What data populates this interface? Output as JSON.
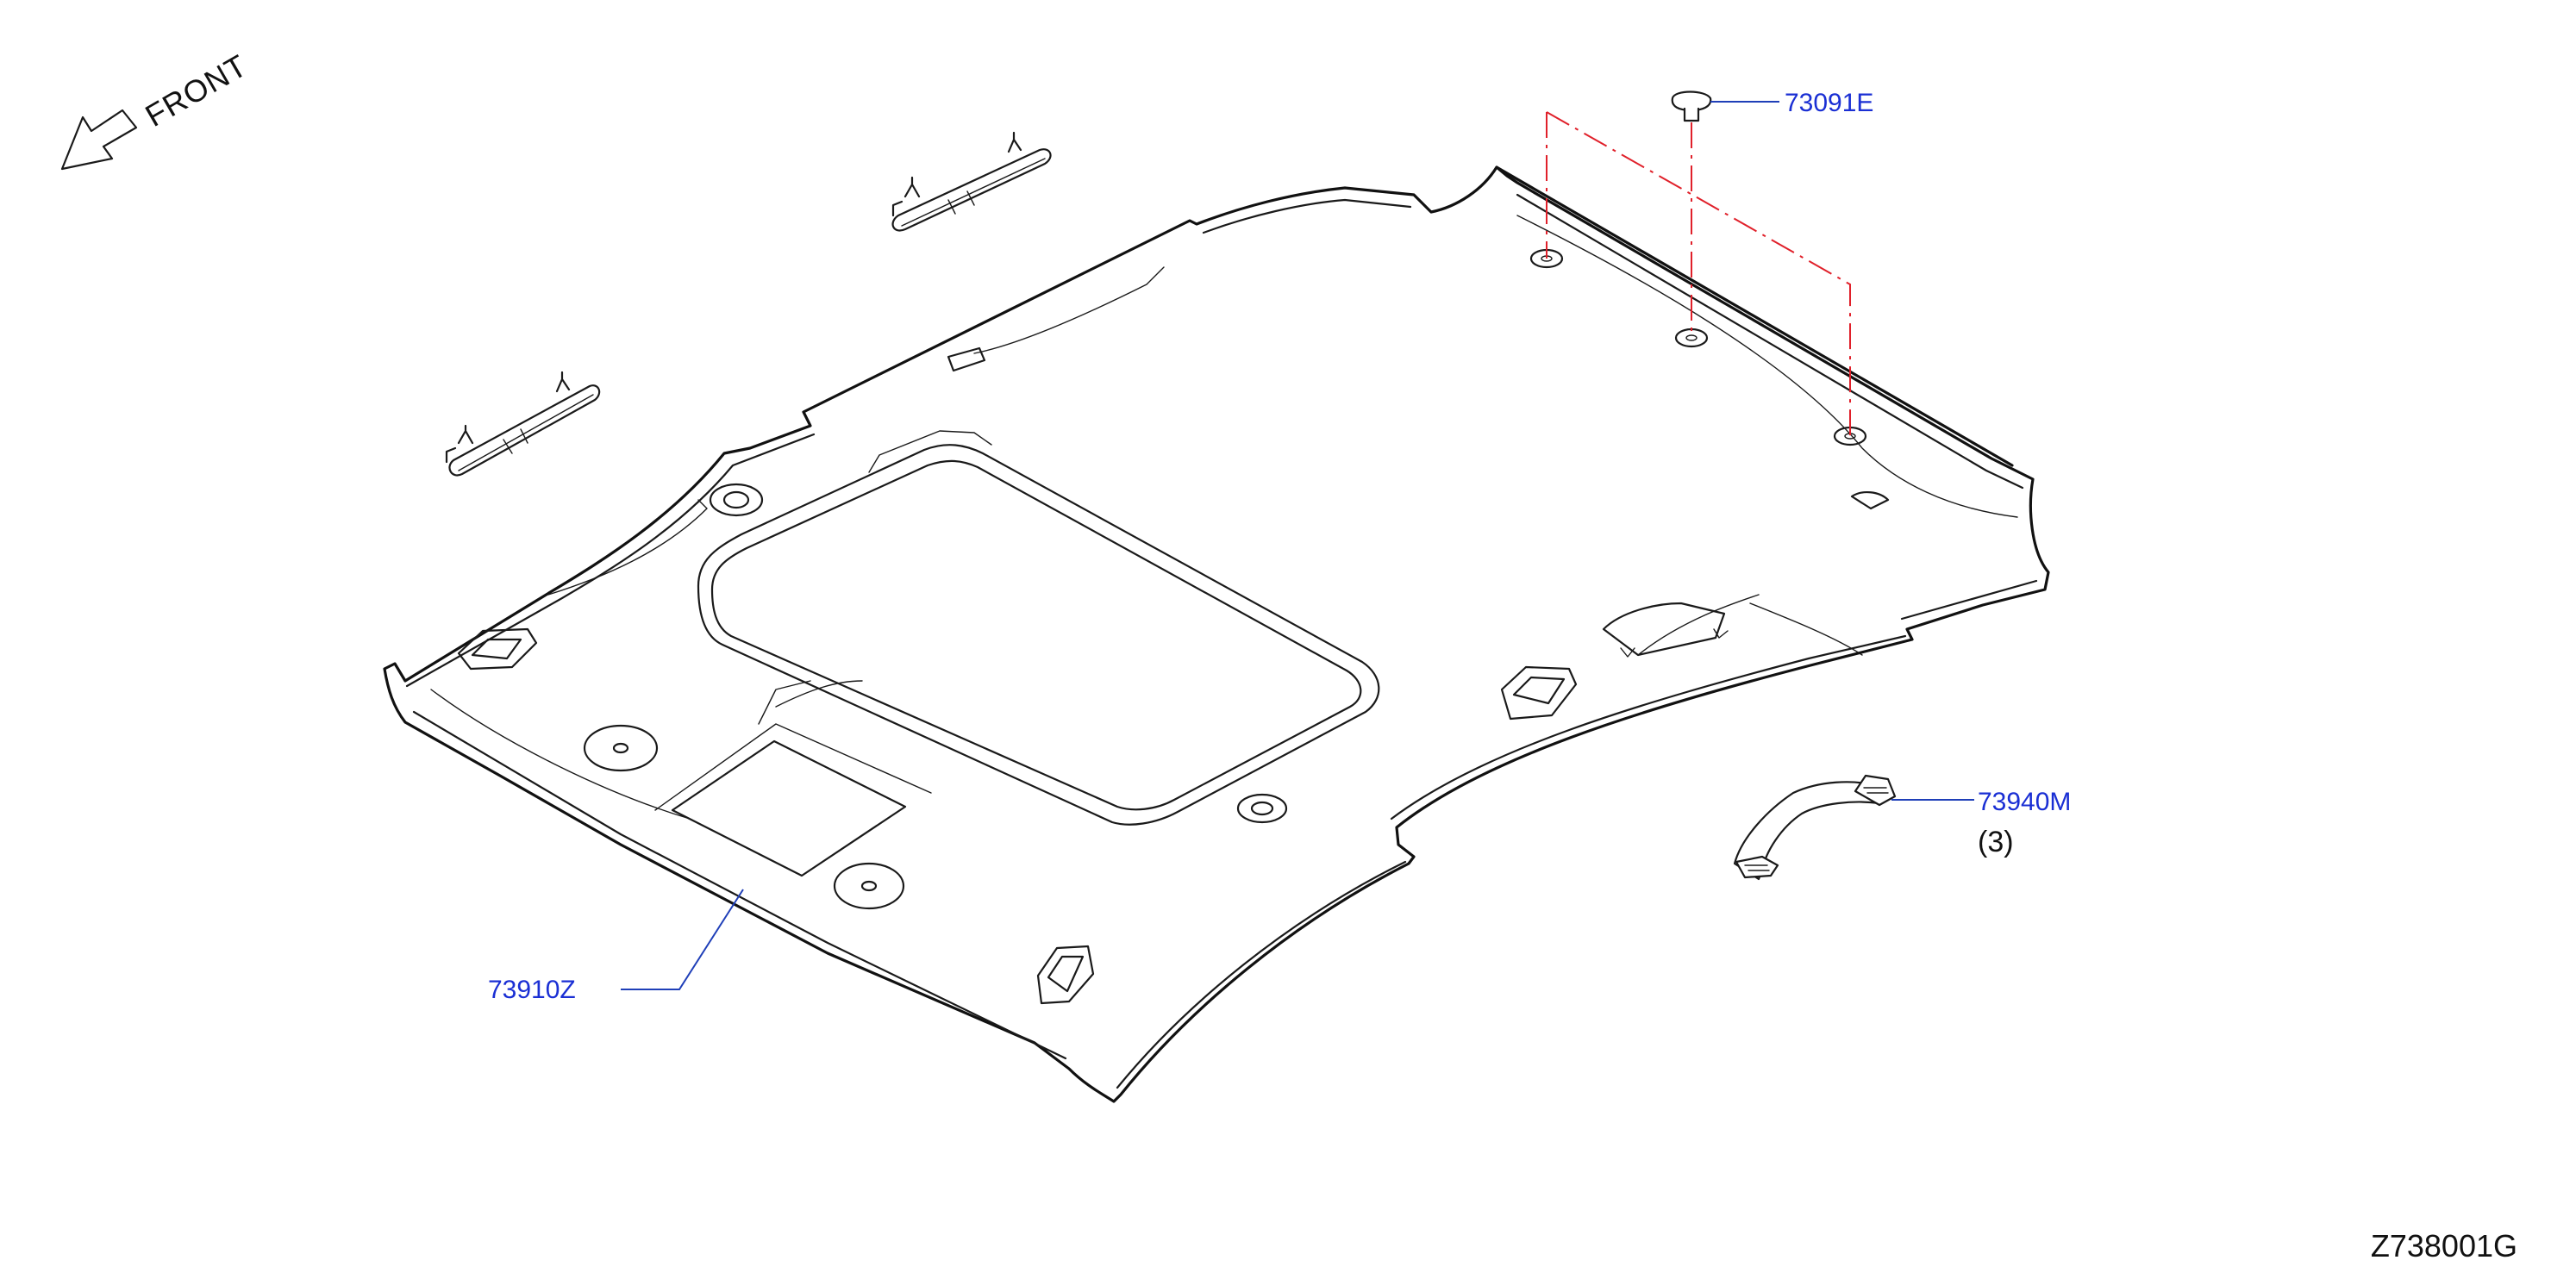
{
  "diagram": {
    "front_label": "FRONT",
    "parts": [
      {
        "number": "73091E",
        "qty": ""
      },
      {
        "number": "73940M",
        "qty": "(3)"
      },
      {
        "number": "73910Z",
        "qty": ""
      }
    ],
    "drawing_code": "Z738001G",
    "colors": {
      "part_label": "#1a2fd4",
      "leader": "#1f3fb8",
      "centerline": "#e0202a",
      "linework": "#1a1a1a"
    }
  }
}
